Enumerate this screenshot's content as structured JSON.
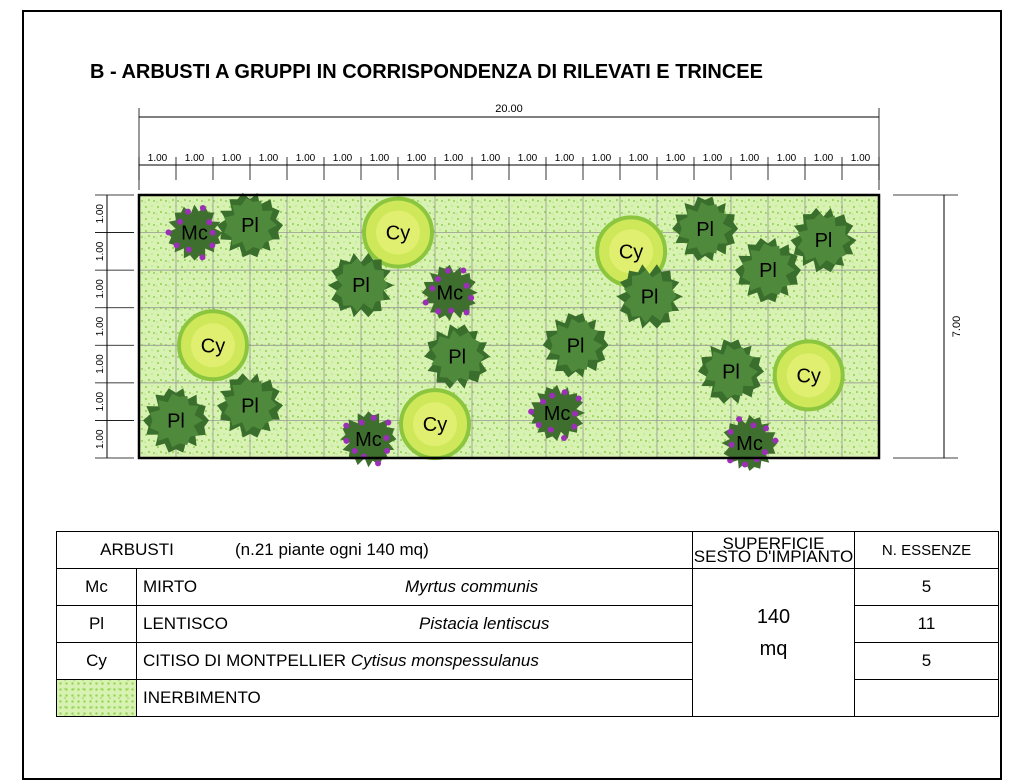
{
  "title": "B - ARBUSTI A GRUPPI IN CORRISPONDENZA DI RILEVATI E TRINCEE",
  "dimensions": {
    "total_width": "20.00",
    "cell_width": "1.00",
    "cell_height": "1.00",
    "total_height": "7.00"
  },
  "plants": [
    {
      "code": "Mc",
      "type": "mirto",
      "col": 1.5,
      "row": 1.0
    },
    {
      "code": "Pl",
      "type": "lentisco",
      "col": 3.0,
      "row": 0.8
    },
    {
      "code": "Cy",
      "type": "citiso",
      "col": 7.0,
      "row": 1.0
    },
    {
      "code": "Pl",
      "type": "lentisco",
      "col": 6.0,
      "row": 2.4
    },
    {
      "code": "Mc",
      "type": "mirto",
      "col": 8.4,
      "row": 2.6
    },
    {
      "code": "Cy",
      "type": "citiso",
      "col": 13.3,
      "row": 1.5
    },
    {
      "code": "Pl",
      "type": "lentisco",
      "col": 15.3,
      "row": 0.9
    },
    {
      "code": "Pl",
      "type": "lentisco",
      "col": 17.0,
      "row": 2.0
    },
    {
      "code": "Pl",
      "type": "lentisco",
      "col": 18.5,
      "row": 1.2
    },
    {
      "code": "Pl",
      "type": "lentisco",
      "col": 13.8,
      "row": 2.7
    },
    {
      "code": "Cy",
      "type": "citiso",
      "col": 2.0,
      "row": 4.0
    },
    {
      "code": "Pl",
      "type": "lentisco",
      "col": 8.6,
      "row": 4.3
    },
    {
      "code": "Pl",
      "type": "lentisco",
      "col": 11.8,
      "row": 4.0
    },
    {
      "code": "Pl",
      "type": "lentisco",
      "col": 1.0,
      "row": 6.0
    },
    {
      "code": "Pl",
      "type": "lentisco",
      "col": 3.0,
      "row": 5.6
    },
    {
      "code": "Mc",
      "type": "mirto",
      "col": 6.2,
      "row": 6.5
    },
    {
      "code": "Cy",
      "type": "citiso",
      "col": 8.0,
      "row": 6.1
    },
    {
      "code": "Mc",
      "type": "mirto",
      "col": 11.3,
      "row": 5.8
    },
    {
      "code": "Pl",
      "type": "lentisco",
      "col": 16.0,
      "row": 4.7
    },
    {
      "code": "Cy",
      "type": "citiso",
      "col": 18.1,
      "row": 4.8
    },
    {
      "code": "Mc",
      "type": "mirto",
      "col": 16.5,
      "row": 6.6
    }
  ],
  "legend": {
    "header_arbusti": "ARBUSTI",
    "header_count": "(n.21 piante ogni 140 mq)",
    "header_surface_line1": "SUPERFICIE",
    "header_surface_line2": "SESTO D'IMPIANTO",
    "header_essenze": "N. ESSENZE",
    "surface_value": "140",
    "surface_unit": "mq",
    "rows": [
      {
        "code": "Mc",
        "name": "MIRTO",
        "latin": "Myrtus communis",
        "count": "5"
      },
      {
        "code": "Pl",
        "name": "LENTISCO",
        "latin": "Pistacia lentiscus",
        "count": "11"
      },
      {
        "code": "Cy",
        "name": "CITISO DI MONTPELLIER",
        "latin": "Cytisus monspessulanus",
        "count": "5"
      }
    ],
    "inerbimento": "INERBIMENTO"
  },
  "colors": {
    "grass_bg": "#d8f2b4",
    "grass_dot": "#9bd65a",
    "lentisco": "#4f8a3c",
    "lentisco_dark": "#3a6e2c",
    "mirto": "#3f6f2e",
    "mirto_flower": "#9b2fb8",
    "citiso_fill": "#cfe85a",
    "citiso_ring": "#8cc63f",
    "code_red": "#d40000"
  }
}
